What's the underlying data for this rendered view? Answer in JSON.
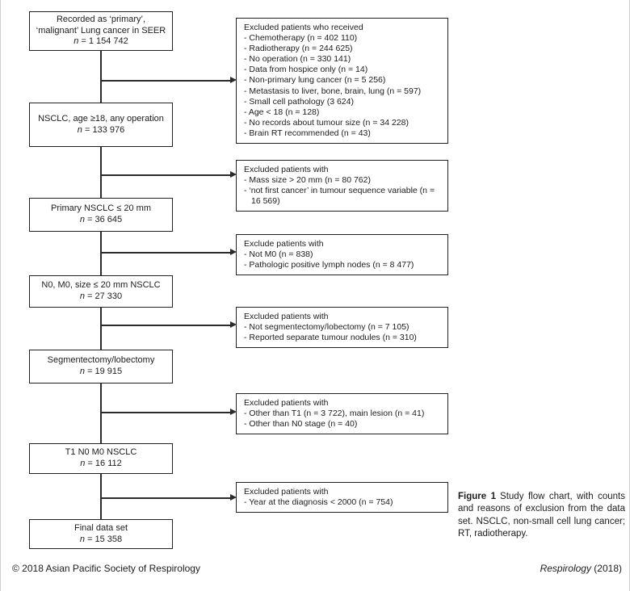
{
  "flow_boxes": [
    {
      "lines": [
        "Recorded as ‘primary’,",
        "‘malignant’ Lung cancer in SEER"
      ],
      "count": "n = 1 154 742"
    },
    {
      "lines": [
        "NSCLC, age ≥18, any operation"
      ],
      "count": "n = 133 976"
    },
    {
      "lines": [
        "Primary NSCLC ≤ 20 mm"
      ],
      "count": "n = 36 645"
    },
    {
      "lines": [
        "N0, M0, size ≤ 20 mm NSCLC"
      ],
      "count": "n = 27 330"
    },
    {
      "lines": [
        "Segmentectomy/lobectomy"
      ],
      "count": "n = 19 915"
    },
    {
      "lines": [
        "T1 N0 M0 NSCLC"
      ],
      "count": "n = 16 112"
    },
    {
      "lines": [
        "Final data set"
      ],
      "count": "n = 15 358"
    }
  ],
  "exclusion_boxes": [
    {
      "title": "Excluded patients who received",
      "items": [
        "- Chemotherapy (n = 402 110)",
        "- Radiotherapy (n = 244 625)",
        "- No operation (n = 330 141)",
        "- Data from hospice only (n = 14)",
        "- Non-primary lung cancer (n = 5 256)",
        "- Metastasis to liver, bone, brain, lung (n = 597)",
        "- Small cell pathology (3 624)",
        "- Age < 18 (n = 128)",
        "- No records about tumour size (n = 34 228)",
        "- Brain RT recommended (n = 43)"
      ]
    },
    {
      "title": "Excluded patients with",
      "items": [
        "- Mass size > 20 mm (n = 80 762)",
        "- ‘not first cancer’ in tumour sequence variable (n = 16 569)"
      ]
    },
    {
      "title": "Exclude patients with",
      "items": [
        "- Not M0 (n = 838)",
        "- Pathologic positive lymph nodes (n = 8 477)"
      ]
    },
    {
      "title": "Excluded patients with",
      "items": [
        "- Not segmentectomy/lobectomy (n = 7 105)",
        "- Reported separate tumour nodules (n = 310)"
      ]
    },
    {
      "title": "Excluded patients with",
      "items": [
        "- Other than T1 (n = 3 722), main lesion (n = 41)",
        "- Other than N0 stage (n = 40)"
      ]
    },
    {
      "title": "Excluded patients with",
      "items": [
        "- Year at the diagnosis < 2000 (n = 754)"
      ]
    }
  ],
  "caption": {
    "label": "Figure 1",
    "text": "Study flow chart, with counts and reasons of exclusion from the data set. NSCLC, non-small cell lung cancer; RT, radiotherapy."
  },
  "footer": {
    "left": "© 2018 Asian Pacific Society of Respirology",
    "right_italic": "Respirology",
    "right_rest": " (2018)"
  }
}
